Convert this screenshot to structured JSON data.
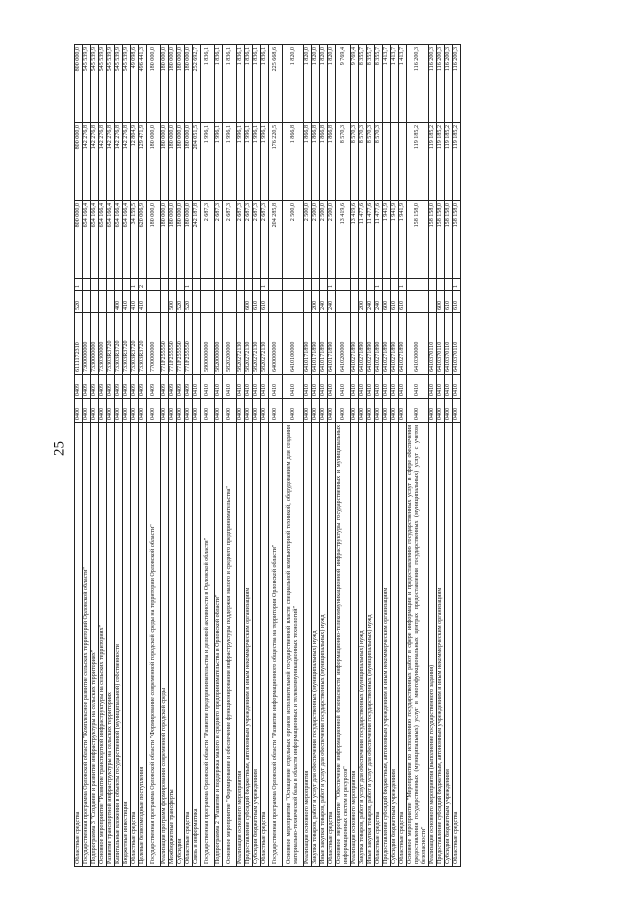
{
  "page": {
    "number": "25"
  },
  "rows": [
    {
      "name": "Областные средства",
      "c1": "0400",
      "c2": "0409",
      "c3": "6111172310",
      "c4": "520",
      "c5": "1",
      "v1": "800 000,0",
      "v2": "800 000,0",
      "v3": "800 000,0",
      "h": ""
    },
    {
      "name": "Государственная программа Орловской области \"Комплексное развитие сельских территорий Орловской области\"",
      "c1": "0400",
      "c2": "0409",
      "c3": "7300000000",
      "c4": "",
      "c5": "",
      "v1": "654 166,4",
      "v2": "142 276,8",
      "v3": "545 539,9",
      "h": ""
    },
    {
      "name": "Подпрограмма 3 \"Создание и развитие инфраструктуры на сельских территориях\"",
      "c1": "0400",
      "c2": "0409",
      "c3": "7330000000",
      "c4": "",
      "c5": "",
      "v1": "654 166,4",
      "v2": "142 276,8",
      "v3": "545 539,9",
      "h": ""
    },
    {
      "name": "Основное мероприятие \"Развитие транспортной инфраструктуры на сельских территориях\"",
      "c1": "0400",
      "c2": "0409",
      "c3": "7330300000",
      "c4": "",
      "c5": "",
      "v1": "654 166,4",
      "v2": "142 276,8",
      "v3": "545 539,9",
      "h": ""
    },
    {
      "name": "Развитие транспортной инфраструктуры на сельских территориях",
      "c1": "0400",
      "c2": "0409",
      "c3": "73303R3720",
      "c4": "",
      "c5": "",
      "v1": "654 166,4",
      "v2": "142 276,8",
      "v3": "545 539,9",
      "h": ""
    },
    {
      "name": "Капитальные вложения в объекты государственной (муниципальной) собственности",
      "c1": "0400",
      "c2": "0409",
      "c3": "73303R3720",
      "c4": "400",
      "c5": "",
      "v1": "654 166,4",
      "v2": "142 276,8",
      "v3": "545 539,9",
      "h": ""
    },
    {
      "name": "Бюджетные инвестиции",
      "c1": "0400",
      "c2": "0409",
      "c3": "73303R3720",
      "c4": "410",
      "c5": "",
      "v1": "654 166,4",
      "v2": "142 276,8",
      "v3": "545 539,9",
      "h": ""
    },
    {
      "name": "Областные средства",
      "c1": "0400",
      "c2": "0409",
      "c3": "73303R3720",
      "c4": "410",
      "c5": "1",
      "v1": "34 159,5",
      "v2": "12 804,9",
      "v3": "49 098,6",
      "h": ""
    },
    {
      "name": "Целевые безвозмездные поступления",
      "c1": "0400",
      "c2": "0409",
      "c3": "73303R3720",
      "c4": "410",
      "c5": "2",
      "v1": "620 006,9",
      "v2": "129 471,9",
      "v3": "496 441,3",
      "h": ""
    },
    {
      "name": "Государственная программа Орловской области \"Формирование современной городской среды на территории Орловской области\"",
      "c1": "0400",
      "c2": "0409",
      "c3": "7700000000",
      "c4": "",
      "c5": "",
      "v1": "180 000,0",
      "v2": "180 000,0",
      "v3": "180 000,0",
      "h": "mid"
    },
    {
      "name": "Реализация программ формирования современной городской среды",
      "c1": "0400",
      "c2": "0409",
      "c3": "771F255550",
      "c4": "",
      "c5": "",
      "v1": "180 000,0",
      "v2": "180 000,0",
      "v3": "180 000,0",
      "h": ""
    },
    {
      "name": "Межбюджетные трансферты",
      "c1": "0400",
      "c2": "0409",
      "c3": "771F255550",
      "c4": "500",
      "c5": "",
      "v1": "180 000,0",
      "v2": "180 000,0",
      "v3": "180 000,0",
      "h": ""
    },
    {
      "name": "Субсидии",
      "c1": "0400",
      "c2": "0409",
      "c3": "771F255550",
      "c4": "520",
      "c5": "",
      "v1": "180 000,0",
      "v2": "180 000,0",
      "v3": "180 000,0",
      "h": ""
    },
    {
      "name": "Областные средства",
      "c1": "0400",
      "c2": "0409",
      "c3": "771F255550",
      "c4": "520",
      "c5": "1",
      "v1": "180 000,0",
      "v2": "180 000,0",
      "v3": "180 000,0",
      "h": ""
    },
    {
      "name": "Связь и информатика",
      "c1": "0400",
      "c2": "0410",
      "c3": "",
      "c4": "",
      "c5": "",
      "v1": "242 187,8",
      "v2": "204 051,5",
      "v3": "252 692,7",
      "h": ""
    },
    {
      "name": "Государственная программа Орловской области \"Развитие предпринимательства и деловой активности в Орловской области\"",
      "c1": "0400",
      "c2": "0410",
      "c3": "5800000000",
      "c4": "",
      "c5": "",
      "v1": "2 687,3",
      "v2": "1 996,1",
      "v3": "1 836,1",
      "h": "mid"
    },
    {
      "name": "Подпрограмма 2 \"Развитие и поддержка малого и среднего предпринимательства в Орловской области\"",
      "c1": "0400",
      "c2": "0410",
      "c3": "5820000000",
      "c4": "",
      "c5": "",
      "v1": "2 687,3",
      "v2": "1 996,1",
      "v3": "1 836,1",
      "h": ""
    },
    {
      "name": "Основное мероприятие \"Формирование и обеспечение функционирования инфраструктуры поддержки малого и среднего предпринимательства\"",
      "c1": "0400",
      "c2": "0410",
      "c3": "5820200000",
      "c4": "",
      "c5": "",
      "v1": "2 687,3",
      "v2": "1 996,1",
      "v3": "1 836,1",
      "h": "mid"
    },
    {
      "name": "Реализация основного мероприятия",
      "c1": "0400",
      "c2": "0410",
      "c3": "5820272130",
      "c4": "",
      "c5": "",
      "v1": "2 687,3",
      "v2": "1 996,1",
      "v3": "1 836,1",
      "h": ""
    },
    {
      "name": "Предоставление субсидий бюджетным, автономным учреждениям и иным некоммерческим организациям",
      "c1": "0400",
      "c2": "0410",
      "c3": "5820272130",
      "c4": "600",
      "c5": "",
      "v1": "2 687,3",
      "v2": "1 996,1",
      "v3": "1 836,1",
      "h": ""
    },
    {
      "name": "Субсидии бюджетным учреждениям",
      "c1": "0400",
      "c2": "0410",
      "c3": "5820272130",
      "c4": "610",
      "c5": "",
      "v1": "2 687,3",
      "v2": "1 996,1",
      "v3": "1 836,1",
      "h": ""
    },
    {
      "name": "Областные средства",
      "c1": "0400",
      "c2": "0410",
      "c3": "5820272130",
      "c4": "610",
      "c5": "1",
      "v1": "2 687,3",
      "v2": "1 996,1",
      "v3": "1 836,1",
      "h": ""
    },
    {
      "name": "Государственная программа Орловской области \"Развитие информационного общества на территории Орловской области\"",
      "c1": "0400",
      "c2": "0410",
      "c3": "6400000000",
      "c4": "",
      "c5": "",
      "v1": "204 285,8",
      "v2": "176 220,5",
      "v3": "225 668,6",
      "h": "mid"
    },
    {
      "name": "Основное мероприятие \"Оснащение отдельных органов исполнительной государственной власти специальной компьютерной техникой, оборудованием для создания материально-технической базы в области информационных и телекоммуникационных технологий\"",
      "c1": "0400",
      "c2": "0410",
      "c3": "6410100000",
      "c4": "",
      "c5": "",
      "v1": "2 500,0",
      "v2": "1 866,8",
      "v3": "1 820,0",
      "h": "tall"
    },
    {
      "name": "Реализация основного мероприятия",
      "c1": "0400",
      "c2": "0410",
      "c3": "6410171890",
      "c4": "",
      "c5": "",
      "v1": "2 500,0",
      "v2": "1 866,8",
      "v3": "1 820,0",
      "h": ""
    },
    {
      "name": "Закупка товаров, работ и услуг для обеспечения государственных (муниципальных) нужд",
      "c1": "0400",
      "c2": "0410",
      "c3": "6410171890",
      "c4": "200",
      "c5": "",
      "v1": "2 500,0",
      "v2": "1 866,8",
      "v3": "1 820,0",
      "h": ""
    },
    {
      "name": "Иные закупки товаров, работ и услуг для обеспечения государственных (муниципальных) нужд",
      "c1": "0400",
      "c2": "0410",
      "c3": "6410171890",
      "c4": "240",
      "c5": "",
      "v1": "2 500,0",
      "v2": "1 866,8",
      "v3": "1 820,0",
      "h": ""
    },
    {
      "name": "Областные средства",
      "c1": "0400",
      "c2": "0410",
      "c3": "6410171890",
      "c4": "240",
      "c5": "1",
      "v1": "2 500,0",
      "v2": "1 866,8",
      "v3": "1 820,0",
      "h": ""
    },
    {
      "name": "Основное мероприятие \"Обеспечение информационной безопасности информационно-телекоммуникационной инфраструктуры государственных и муниципальных информационных систем и ресурсов\"",
      "c1": "0400",
      "c2": "0410",
      "c3": "6410200000",
      "c4": "",
      "c5": "",
      "v1": "13 419,6",
      "v2": "8 570,3",
      "v3": "9 769,4",
      "h": "mid"
    },
    {
      "name": "Реализация основного мероприятия",
      "c1": "0400",
      "c2": "0410",
      "c3": "6410271890",
      "c4": "",
      "c5": "",
      "v1": "13 419,6",
      "v2": "8 570,3",
      "v3": "9 769,4",
      "h": ""
    },
    {
      "name": "Закупка товаров, работ и услуг для обеспечения государственных (муниципальных) нужд",
      "c1": "0400",
      "c2": "0410",
      "c3": "6410271890",
      "c4": "200",
      "c5": "",
      "v1": "11 477,6",
      "v2": "8 570,3",
      "v3": "8 355,7",
      "h": ""
    },
    {
      "name": "Иные закупки товаров, работ и услуг для обеспечения государственных (муниципальных) нужд",
      "c1": "0400",
      "c2": "0410",
      "c3": "6410271890",
      "c4": "240",
      "c5": "",
      "v1": "11 477,6",
      "v2": "8 570,3",
      "v3": "8 355,7",
      "h": ""
    },
    {
      "name": "Областные средства",
      "c1": "0400",
      "c2": "0410",
      "c3": "6410271890",
      "c4": "240",
      "c5": "1",
      "v1": "11 477,6",
      "v2": "8 570,3",
      "v3": "8 355,7",
      "h": ""
    },
    {
      "name": "Предоставление субсидий бюджетным, автономным учреждениям и иным некоммерческим организациям",
      "c1": "0400",
      "c2": "0410",
      "c3": "6410271890",
      "c4": "600",
      "c5": "",
      "v1": "1 941,9",
      "v2": "",
      "v3": "1 413,7",
      "h": ""
    },
    {
      "name": "Субсидии бюджетным учреждениям",
      "c1": "0400",
      "c2": "0410",
      "c3": "6410271890",
      "c4": "610",
      "c5": "",
      "v1": "1 941,9",
      "v2": "",
      "v3": "1 413,7",
      "h": ""
    },
    {
      "name": "Областные средства",
      "c1": "0400",
      "c2": "0410",
      "c3": "6410271890",
      "c4": "610",
      "c5": "1",
      "v1": "1 941,9",
      "v2": "",
      "v3": "1 413,7",
      "h": ""
    },
    {
      "name": "Основное мероприятие \"Мероприятия по исполнению государственных работ в сфере информации и предоставлению государственных услуг в сфере обеспечения предоставления государственных (муниципальных) услуг в многофункциональных центрах предоставления государственных (муниципальных) услуг с учетом безопасности\"",
      "c1": "0400",
      "c2": "0410",
      "c3": "6410300000",
      "c4": "",
      "c5": "",
      "v1": "158 158,0",
      "v2": "119 185,2",
      "v3": "116 200,3",
      "h": "tall"
    },
    {
      "name": "Реализация основного мероприятия (выполнение государственного задания)",
      "c1": "0400",
      "c2": "0410",
      "c3": "6410370110",
      "c4": "",
      "c5": "",
      "v1": "158 158,0",
      "v2": "119 185,2",
      "v3": "116 200,3",
      "h": ""
    },
    {
      "name": "Предоставление субсидий бюджетным, автономным учреждениям и иным некоммерческим организациям",
      "c1": "0400",
      "c2": "0410",
      "c3": "6410370110",
      "c4": "600",
      "c5": "",
      "v1": "158 158,0",
      "v2": "119 185,2",
      "v3": "116 200,3",
      "h": ""
    },
    {
      "name": "Субсидии бюджетным учреждениям",
      "c1": "0400",
      "c2": "0410",
      "c3": "6410370110",
      "c4": "610",
      "c5": "",
      "v1": "158 158,0",
      "v2": "119 185,2",
      "v3": "116 200,3",
      "h": ""
    },
    {
      "name": "Областные средства",
      "c1": "0400",
      "c2": "0410",
      "c3": "6410370110",
      "c4": "610",
      "c5": "1",
      "v1": "158 158,0",
      "v2": "119 185,2",
      "v3": "116 200,3",
      "h": ""
    }
  ]
}
